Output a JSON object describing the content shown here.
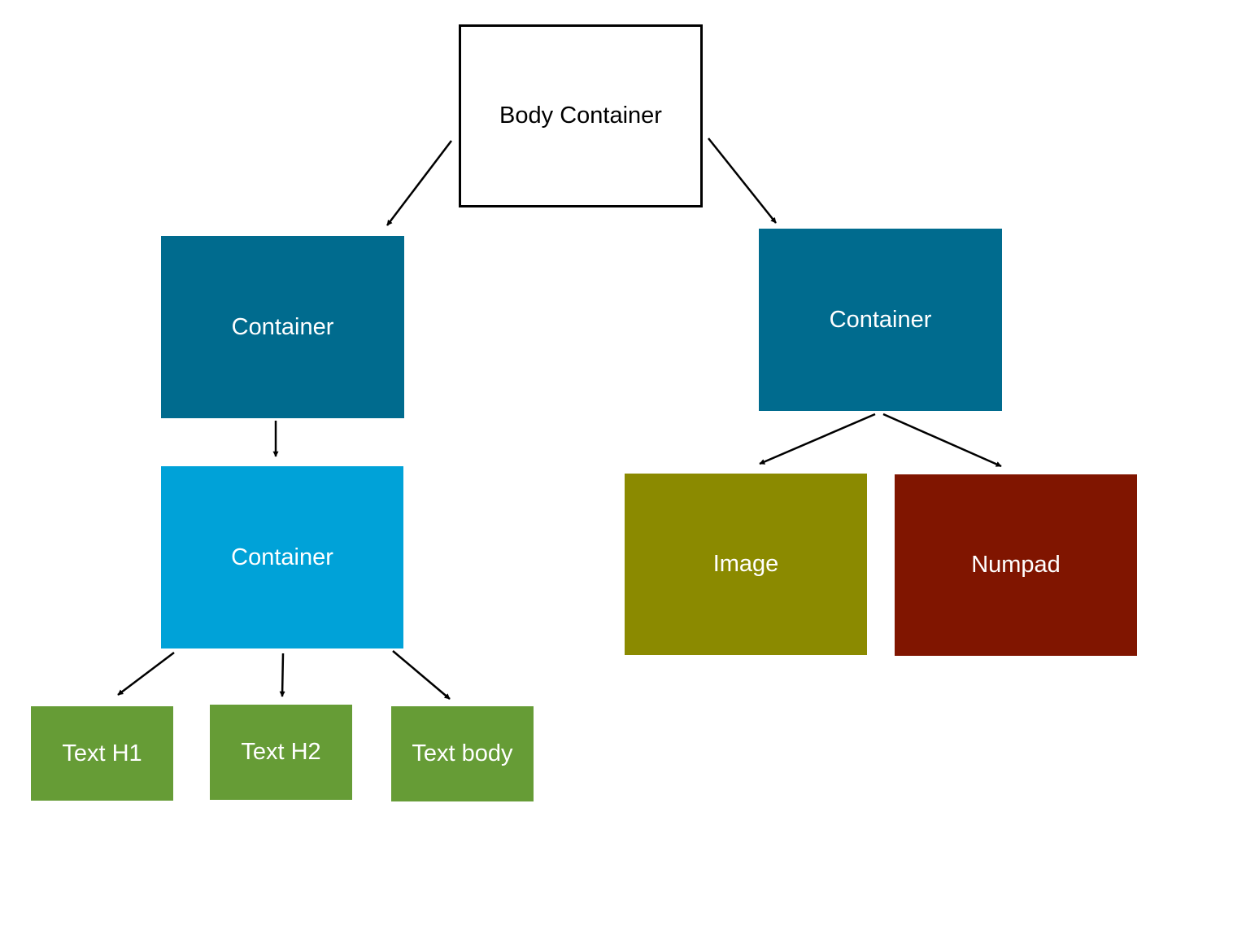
{
  "diagram": {
    "nodes": {
      "body": {
        "label": "Body Container",
        "color": "#ffffff"
      },
      "left_container": {
        "label": "Container",
        "color": "#006b8e"
      },
      "right_container": {
        "label": "Container",
        "color": "#006b8e"
      },
      "inner_container": {
        "label": "Container",
        "color": "#00a2d8"
      },
      "image": {
        "label": "Image",
        "color": "#8b8a00"
      },
      "numpad": {
        "label": "Numpad",
        "color": "#801500"
      },
      "text_h1": {
        "label": "Text H1",
        "color": "#669c36"
      },
      "text_h2": {
        "label": "Text H2",
        "color": "#669c36"
      },
      "text_body": {
        "label": "Text body",
        "color": "#669c36"
      }
    },
    "edges": [
      {
        "from": "body",
        "to": "left_container"
      },
      {
        "from": "body",
        "to": "right_container"
      },
      {
        "from": "left_container",
        "to": "inner_container"
      },
      {
        "from": "right_container",
        "to": "image"
      },
      {
        "from": "right_container",
        "to": "numpad"
      },
      {
        "from": "inner_container",
        "to": "text_h1"
      },
      {
        "from": "inner_container",
        "to": "text_h2"
      },
      {
        "from": "inner_container",
        "to": "text_body"
      }
    ]
  }
}
